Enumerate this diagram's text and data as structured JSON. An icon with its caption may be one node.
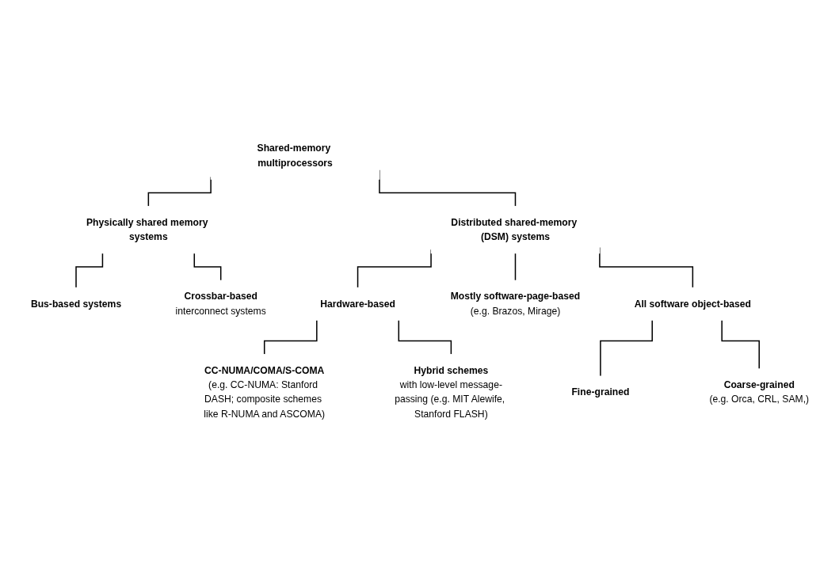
{
  "diagram": {
    "nodes": [
      {
        "text": [
          "Shared-memory multiprocessors"
        ]
      },
      {
        "text": [
          "Physically shared memory systems"
        ]
      },
      {
        "text": [
          "Distributed shared-memory (DSM) systems"
        ]
      },
      {
        "text": [
          "Bus-based systems"
        ]
      },
      {
        "text": [
          "Crossbar-based",
          "interconnect systems"
        ]
      },
      {
        "text": [
          "Hardware-based"
        ]
      },
      {
        "text": [
          "Mostly software-page-based",
          "(e.g. Brazos, Mirage)"
        ]
      },
      {
        "text": [
          "All software object-based"
        ]
      },
      {
        "text": [
          "Fine-grained"
        ]
      },
      {
        "text": [
          "Coarse-grained",
          "(e.g. Orca, CRL, SAM,)"
        ]
      },
      {
        "text": [
          "CC-NUMA/COMA/S-COMA",
          "(e.g. CC-NUMA: Stanford DASH; composite schemes like R-NUMA and ASCOMA)"
        ]
      },
      {
        "text": [
          "Hybrid schemes",
          "with low-level message-passing (e.g. MIT Alewife, Stanford FLASH)"
        ]
      }
    ],
    "edges": [
      {
        "from": 0,
        "to": 1,
        "arrow": "none"
      },
      {
        "from": 0,
        "to": 2,
        "arrow": "none"
      },
      {
        "from": 1,
        "to": 3,
        "arrow": "none"
      },
      {
        "from": 1,
        "to": 4,
        "arrow": "none"
      },
      {
        "from": 2,
        "to": 5,
        "arrow": "none"
      },
      {
        "from": 2,
        "to": 6,
        "arrow": "none"
      },
      {
        "from": 2,
        "to": 7,
        "arrow": "none"
      },
      {
        "from": 7,
        "to": 8,
        "arrow": "none"
      },
      {
        "from": 7,
        "to": 9,
        "arrow": "none"
      },
      {
        "from": 5,
        "to": 10,
        "arrow": "none"
      },
      {
        "from": 5,
        "to": 11,
        "arrow": "none"
      }
    ]
  }
}
